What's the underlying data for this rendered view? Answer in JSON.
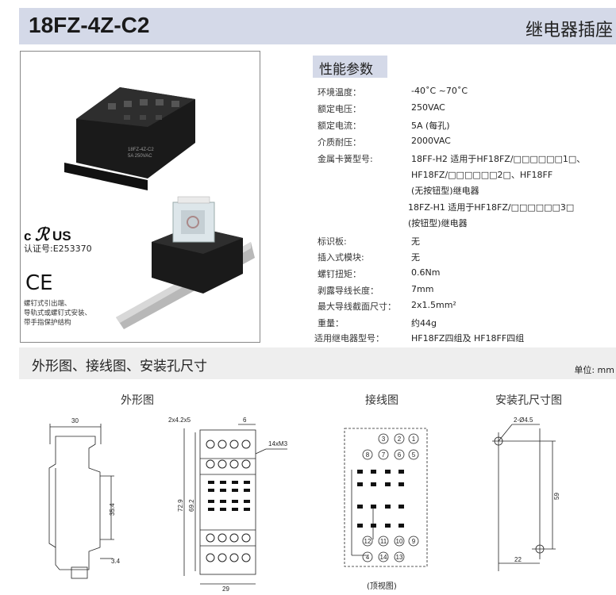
{
  "header": {
    "model": "18FZ-4Z-C2",
    "category": "继电器插座"
  },
  "cert": {
    "ul_c": "c",
    "ul_us": "US",
    "number": "认证号:E253370",
    "ce": "CE"
  },
  "features": [
    "螺钉式引出端、",
    "导轨式或螺钉式安装、",
    "带手指保护结构"
  ],
  "specs": {
    "title": "性能参数",
    "rows": [
      {
        "label": "环境温度：",
        "value": "-40˚C ~70˚C"
      },
      {
        "label": "额定电压：",
        "value": "250VAC"
      },
      {
        "label": "额定电流：",
        "value": "5A (每孔)"
      },
      {
        "label": "介质耐压：",
        "value": "2000VAC"
      },
      {
        "label": "金属卡簧型号:",
        "value": "18FF-H2  适用于HF18FZ/□□□□□□1□、"
      },
      {
        "label": "",
        "value": "HF18FZ/□□□□□□2□、HF18FF"
      },
      {
        "label": "",
        "value": "(无按钮型)继电器"
      },
      {
        "label": "",
        "value": "18FZ-H1  适用于HF18FZ/□□□□□□3□"
      },
      {
        "label": "",
        "value": "(按钮型)继电器"
      },
      {
        "label": "标识板:",
        "value": "无"
      },
      {
        "label": "插入式模块:",
        "value": "无"
      },
      {
        "label": "螺钉扭矩：",
        "value": "0.6Nm"
      },
      {
        "label": "剥露导线长度：",
        "value": "7mm"
      },
      {
        "label": "最大导线截面尺寸：",
        "value": "2x1.5mm²"
      },
      {
        "label": "重量：",
        "value": "约44g"
      },
      {
        "label": "适用继电器型号：",
        "value": "HF18FZ四组及 HF18FF四组"
      }
    ]
  },
  "section": {
    "title": "外形图、接线图、安装孔尺寸",
    "unit": "单位: mm"
  },
  "diagrams": {
    "outline_label": "外形图",
    "wiring_label": "接线图",
    "mount_label": "安装孔尺寸图",
    "top_view": "(顶视图)",
    "dims": {
      "d30": "30",
      "d35_4": "35.4",
      "d3_4": "3.4",
      "d2x4_2x5": "2x4.2x5",
      "d6": "6",
      "d14xM3": "14xM3",
      "d72_9": "72.9",
      "d69_2": "69.2",
      "d29": "29",
      "d2_4_5": "2-Ø4.5",
      "d59": "59",
      "d22": "22"
    },
    "pins_top": [
      "3",
      "2",
      "1"
    ],
    "pins_row2": [
      "8",
      "7",
      "6",
      "5"
    ],
    "pins_row3": [
      "12",
      "11",
      "10",
      "9"
    ],
    "pins_bottom": [
      "4",
      "14",
      "13"
    ]
  },
  "colors": {
    "header_bg": "#d4d9e8",
    "section_bg": "#eeeeee"
  }
}
